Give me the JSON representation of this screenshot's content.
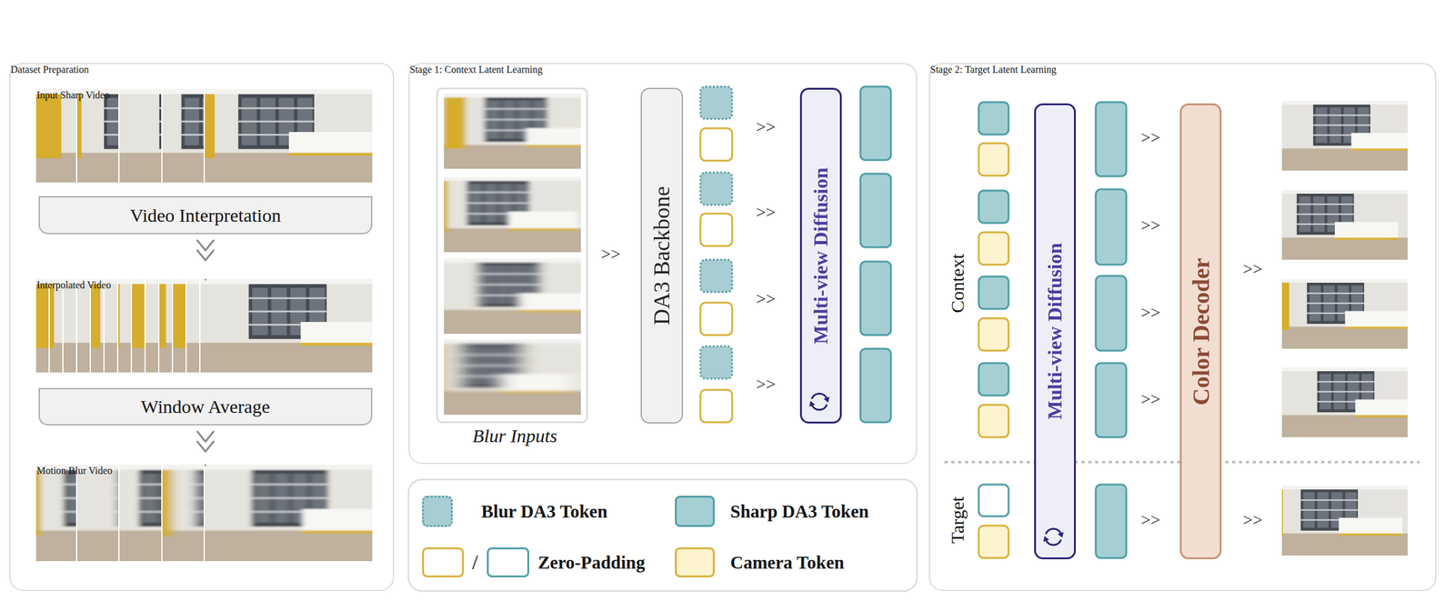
{
  "diagram": {
    "nodes": [
      {
        "text": [
          "Dataset Preparation"
        ]
      },
      {
        "text": [
          "Input Sharp Video"
        ],
        "in": 0
      },
      {
        "text": [
          "Video Interpretation"
        ],
        "in": 0
      },
      {
        "text": [
          "Interpolated Video"
        ],
        "in": 0
      },
      {
        "text": [
          "Window Average"
        ],
        "in": 0
      },
      {
        "text": [
          "Motion Blur Video"
        ],
        "in": 0
      },
      {
        "text": [
          "Stage 1: Context Latent Learning"
        ]
      },
      {
        "text": [
          "DA3 Backbone"
        ],
        "in": 6
      },
      {
        "text": [
          "Multi-view Diffusion"
        ],
        "in": 6
      },
      {
        "text": [
          "Stage 2: Target Latent Learning"
        ]
      },
      {
        "text": [
          "Multi-view Diffusion"
        ],
        "in": 9
      },
      {
        "text": [
          "Color Decoder"
        ],
        "in": 9
      }
    ],
    "edges": [
      {
        "from": 2,
        "to": 3,
        "arrow": "to"
      },
      {
        "from": 4,
        "to": 5,
        "arrow": "to"
      }
    ],
    "labels": [
      "Blur Inputs",
      ">>",
      ">>",
      ">>",
      ">>",
      ">>",
      "/",
      "Context",
      "Target",
      ">>",
      ">>",
      ">>",
      ">>",
      ">>",
      ">>",
      ">>"
    ],
    "legend": [
      {
        "text": "Blur DA3 Token",
        "color": "#a8cdd2"
      },
      {
        "text": "Sharp DA3 Token",
        "color": "#a6cfd4"
      },
      {
        "text": "Zero-Padding"
      },
      {
        "text": "Camera Token",
        "color": "#fdf3cf"
      }
    ]
  }
}
